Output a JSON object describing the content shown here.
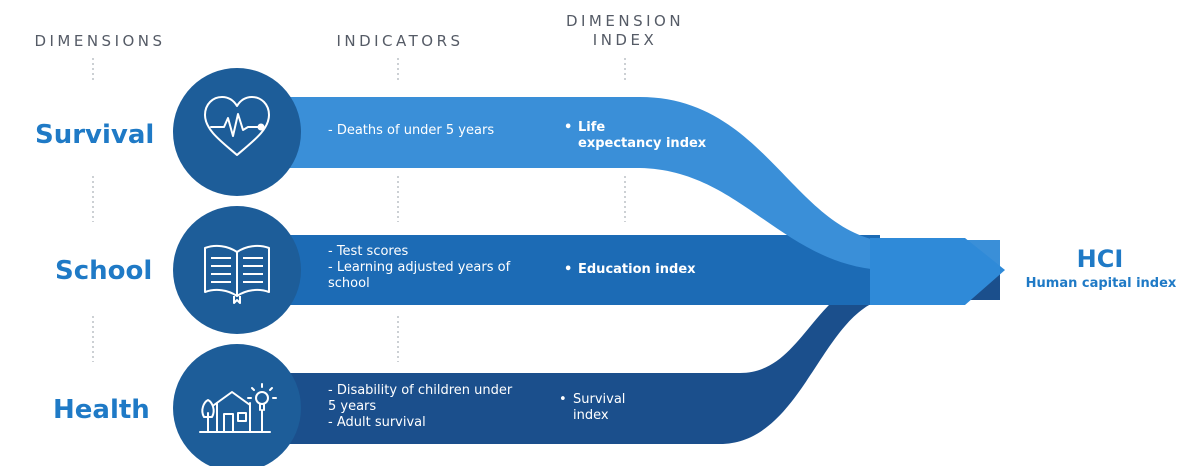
{
  "headers": {
    "dimensions": "DIMENSIONS",
    "indicators": "INDICATORS",
    "dimension_index_line1": "DIMENSION",
    "dimension_index_line2": "INDEX"
  },
  "rows": [
    {
      "label": "Survival",
      "icon": "heart-pulse-icon",
      "indicators": [
        "- Deaths of under 5 years"
      ],
      "index_line1": "Life",
      "index_line2": "expectancy index"
    },
    {
      "label": "School",
      "icon": "open-book-icon",
      "indicators": [
        "- Test scores",
        "- Learning adjusted years of",
        "school"
      ],
      "index_line1": "Education index"
    },
    {
      "label": "Health",
      "icon": "house-lightbulb-icon",
      "indicators": [
        "- Disability of children under",
        "5 years",
        "- Adult survival"
      ],
      "index_line1": "Survival",
      "index_line2": "index"
    }
  ],
  "result": {
    "title": "HCI",
    "subtitle": "Human capital index"
  },
  "colors": {
    "label": "#1f7ac6",
    "circle": "#1d5d99",
    "band_top": "#3a8fd8",
    "band_middle": "#1c6bb5",
    "band_bottom": "#1b4f8c",
    "arrow": "#2f8ad8",
    "header_text": "#555b66"
  }
}
